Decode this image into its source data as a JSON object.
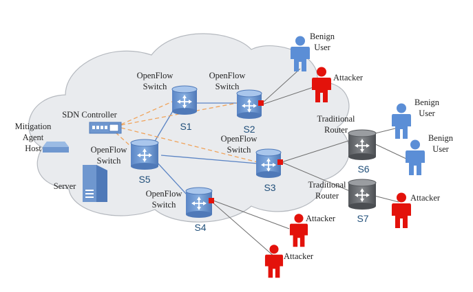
{
  "labels": {
    "mitigation_line1": "Mitigation",
    "mitigation_line2": "Agent",
    "mitigation_line3": "Host",
    "sdn_controller": "SDN Controller",
    "server": "Server",
    "openflow": "OpenFlow",
    "switch": "Switch",
    "traditional": "Traditional",
    "router": "Router",
    "benign": "Benign",
    "user": "User",
    "attacker": "Attacker"
  },
  "node_ids": {
    "s1": "S1",
    "s2": "S2",
    "s3": "S3",
    "s4": "S4",
    "s5": "S5",
    "s6": "S6",
    "s7": "S7"
  },
  "colors": {
    "cloud_fill": "#e9ebee",
    "cloud_stroke": "#b4b8be",
    "switch_blue": "#6f97cf",
    "router_gray": "#6b6e72",
    "benign_blue": "#5b8ed6",
    "attacker_red": "#e3120b",
    "link_blue": "#5b84c4",
    "link_gray": "#6e6e6e",
    "control_orange": "#f0a35a",
    "label_id": "#1f4e79"
  }
}
